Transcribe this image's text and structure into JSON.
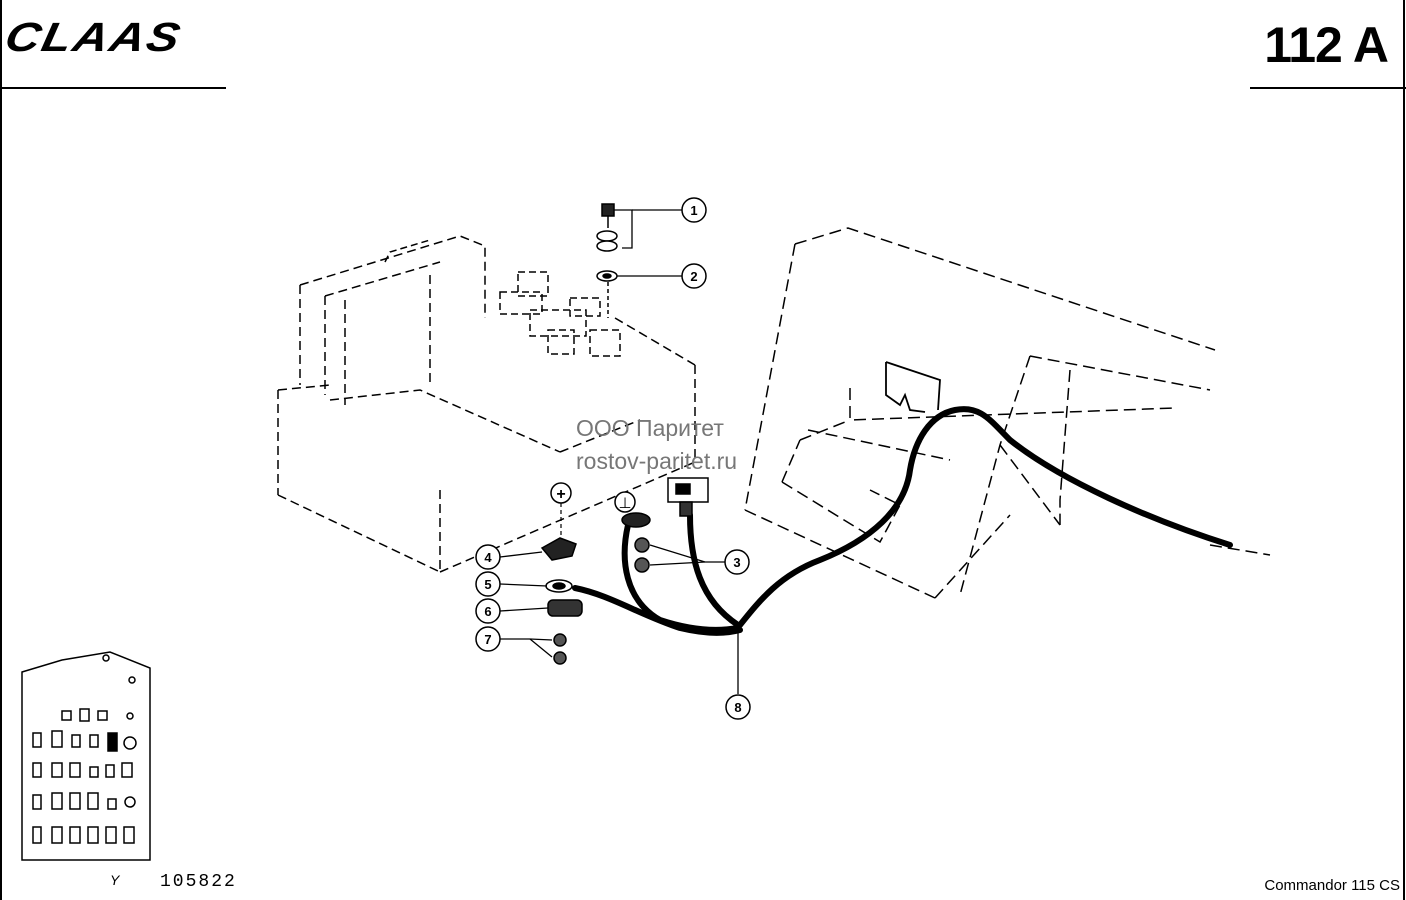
{
  "header": {
    "brand": "CLAAS",
    "page_code": "112 A"
  },
  "watermark": {
    "line1": "ООО Паритет",
    "line2": "rostov-paritet.ru"
  },
  "callouts": [
    "1",
    "2",
    "3",
    "4",
    "5",
    "6",
    "7",
    "8"
  ],
  "terminal_symbols": {
    "positive": "+",
    "ground": "⊥"
  },
  "footer": {
    "letter": "Y",
    "number": "105822",
    "model": "Commandor 115 CS"
  }
}
